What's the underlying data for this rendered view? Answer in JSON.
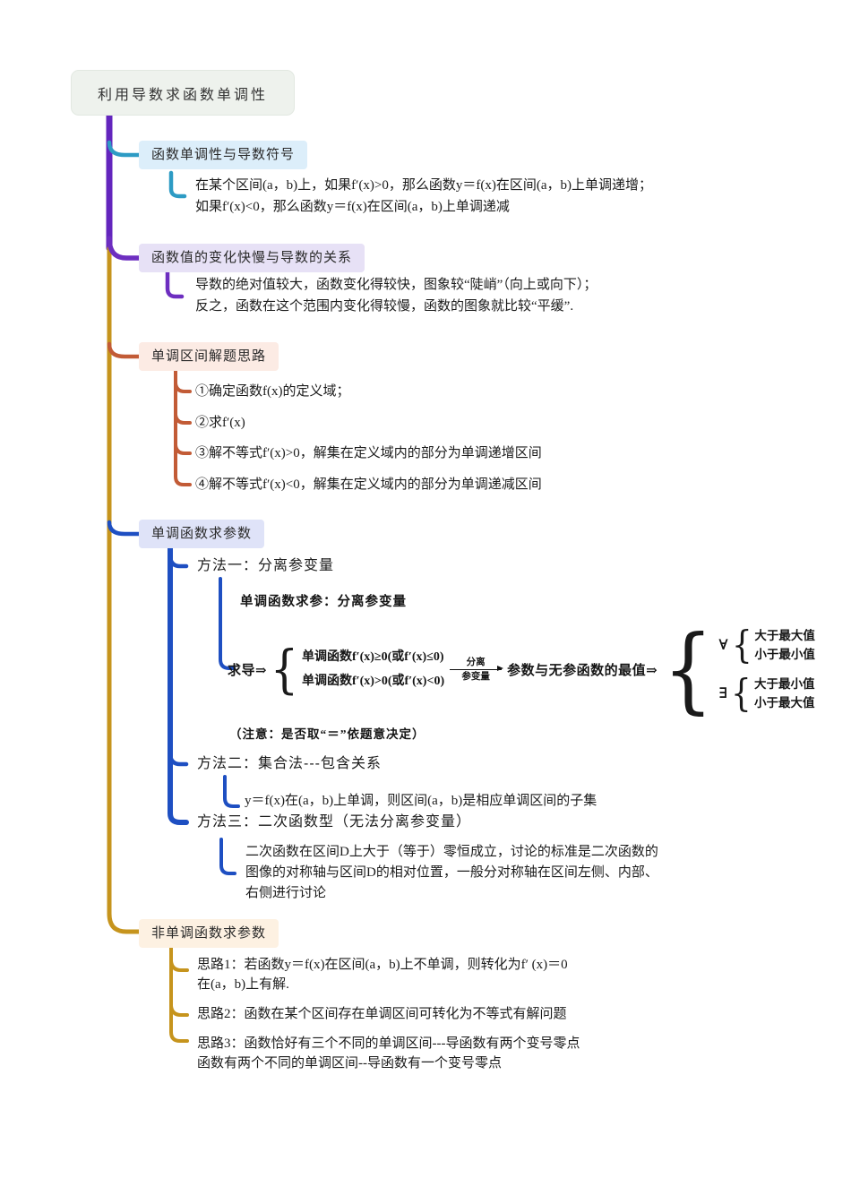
{
  "root": {
    "title": "利用导数求函数单调性"
  },
  "branch1": {
    "title": "函数单调性与导数符号",
    "body": "在某个区间(a，b)上，如果f′(x)>0，那么函数y＝f(x)在区间(a，b)上单调递增；\n如果f′(x)<0，那么函数y＝f(x)在区间(a，b)上单调递减"
  },
  "branch2": {
    "title": "函数值的变化快慢与导数的关系",
    "body": "导数的绝对值较大，函数变化得较快，图象较“陡峭”（向上或向下）；\n反之，函数在这个范围内变化得较慢，函数的图象就比较“平缓”."
  },
  "branch3": {
    "title": "单调区间解题思路",
    "steps": [
      "①确定函数f(x)的定义域；",
      "②求f′(x)",
      "③解不等式f′(x)>0，解集在定义域内的部分为单调递增区间",
      "④解不等式f′(x)<0，解集在定义域内的部分为单调递减区间"
    ]
  },
  "branch4": {
    "title": "单调函数求参数",
    "method1": {
      "label": "方法一：分离参变量",
      "subtitle": "单调函数求参：分离参变量",
      "formula": {
        "lead": "求导⇒",
        "cases": [
          "单调函数f′(x)≥0(或f′(x)≤0)",
          "单调函数f′(x)>0(或f′(x)<0)"
        ],
        "arrow_top": "分离",
        "arrow_bottom": "参变量",
        "mid": "参数与无参函数的最值⇒",
        "forall": {
          "symbol": "∀",
          "cases": [
            "大于最大值",
            "小于最小值"
          ]
        },
        "exists": {
          "symbol": "∃",
          "cases": [
            "大于最小值",
            "小于最大值"
          ]
        }
      },
      "note": "（注意：是否取“＝”依题意决定）"
    },
    "method2": {
      "label": "方法二：集合法---包含关系",
      "body": "y＝f(x)在(a，b)上单调，则区间(a，b)是相应单调区间的子集"
    },
    "method3": {
      "label": "方法三：二次函数型（无法分离参变量）",
      "body": "二次函数在区间D上大于（等于）零恒成立，讨论的标准是二次函数的\n图像的对称轴与区间D的相对位置，一般分对称轴在区间左侧、内部、\n右侧进行讨论"
    }
  },
  "branch5": {
    "title": "非单调函数求参数",
    "ideas": [
      "思路1：若函数y＝f(x)在区间(a，b)上不单调，则转化为f′ (x)＝0\n在(a，b)上有解.",
      "思路2：函数在某个区间存在单调区间可转化为不等式有解问题",
      "思路3：函数恰好有三个不同的单调区间---导函数有两个变号零点\n函数有两个不同的单调区间--导函数有一个变号零点"
    ]
  },
  "colors": {
    "trunk_purple": "#6325bd",
    "branch1_teal": "#2d9bc4",
    "branch2_purple": "#6d2ec0",
    "branch3_vermillion": "#c25b36",
    "branch4_blue": "#1e4fc2",
    "branch5_gold": "#c6941d",
    "box1_bg": "#dceefa",
    "box2_bg": "#e7e1f6",
    "box3_bg": "#fcebe4",
    "box4_bg": "#dfe3f8",
    "box5_bg": "#fdf1e2",
    "root_bg": "#eef2ed"
  }
}
